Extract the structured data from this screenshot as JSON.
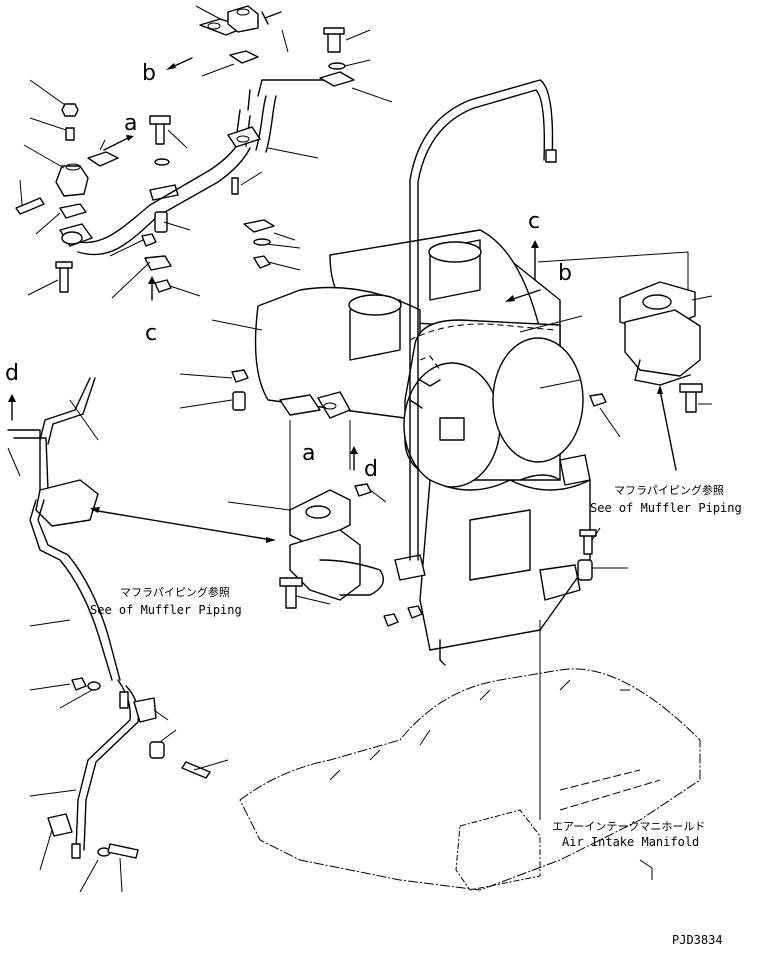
{
  "view_labels": {
    "a_top": "a",
    "b_top": "b",
    "c_bottom": "c",
    "d_left": "d",
    "a_center": "a",
    "d_center": "d",
    "c_right": "c",
    "b_right": "b"
  },
  "callouts": {
    "muffler_ref_right_jp": "マフラパイピング参照",
    "muffler_ref_right_en": "See of Muffler Piping",
    "muffler_ref_center_jp": "マフラパイピング参照",
    "muffler_ref_center_en": "See of Muffler Piping",
    "air_intake_jp": "エアーインテークマニホールド",
    "air_intake_en": "Air Intake Manifold"
  },
  "drawing_code": "PJD3834"
}
